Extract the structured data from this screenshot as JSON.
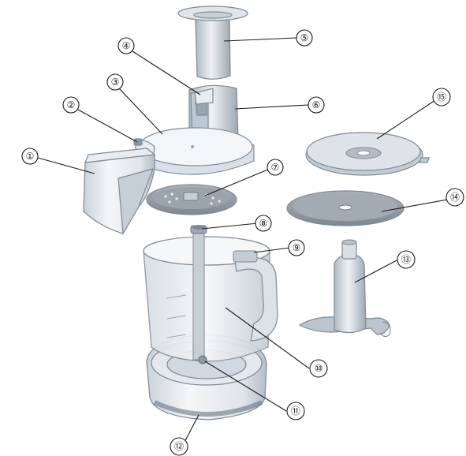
{
  "parts": [
    {
      "id": "part-1",
      "label": "①"
    },
    {
      "id": "part-2",
      "label": "②"
    },
    {
      "id": "part-3",
      "label": "③"
    },
    {
      "id": "part-4",
      "label": "④"
    },
    {
      "id": "part-5",
      "label": "⑤"
    },
    {
      "id": "part-6",
      "label": "⑥"
    },
    {
      "id": "part-7",
      "label": "⑦"
    },
    {
      "id": "part-8",
      "label": "⑧"
    },
    {
      "id": "part-9",
      "label": "⑨"
    },
    {
      "id": "part-10",
      "label": "⑩"
    },
    {
      "id": "part-11",
      "label": "⑪"
    },
    {
      "id": "part-12",
      "label": "⑫"
    },
    {
      "id": "part-13",
      "label": "⑬"
    },
    {
      "id": "part-14",
      "label": "⑭"
    },
    {
      "id": "part-15",
      "label": "⑮"
    }
  ],
  "colors": {
    "outline": "#7d8a96",
    "plastic_light": "#eef2f6",
    "plastic_mid": "#cfd8e0",
    "plastic_dark": "#9aa6b1",
    "disc_dark": "#8e979f",
    "label_ink": "#1a1a1a"
  }
}
